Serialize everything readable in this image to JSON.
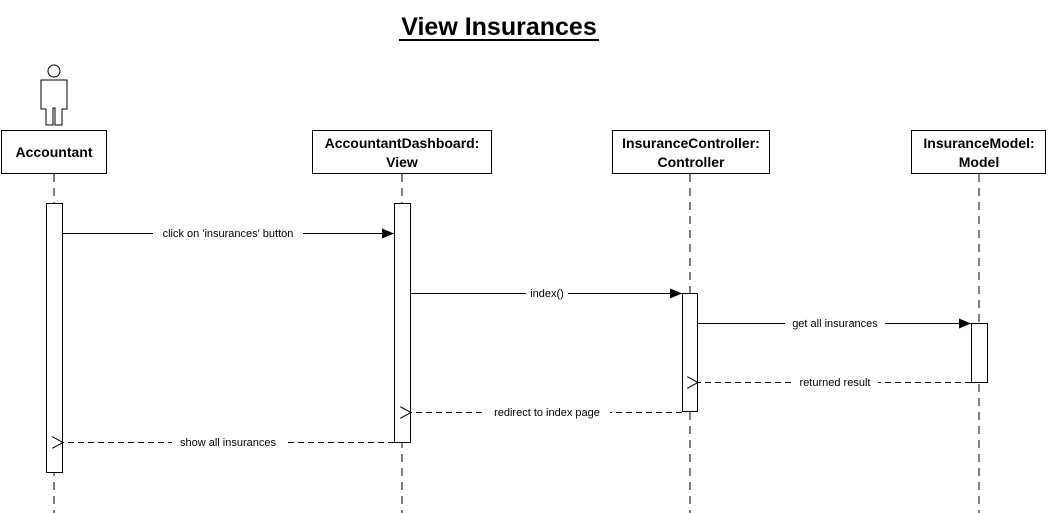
{
  "title": "View Insurances",
  "participants": [
    {
      "id": "accountant",
      "line1": "Accountant",
      "line2": ""
    },
    {
      "id": "dashboard",
      "line1": "AccountantDashboard:",
      "line2": "View"
    },
    {
      "id": "controller",
      "line1": "InsuranceController:",
      "line2": "Controller"
    },
    {
      "id": "model",
      "line1": "InsuranceModel:",
      "line2": "Model"
    }
  ],
  "messages": [
    {
      "id": "m1",
      "label": "click on 'insurances' button",
      "style": "sync"
    },
    {
      "id": "m2",
      "label": "index()",
      "style": "sync"
    },
    {
      "id": "m3",
      "label": "get all insurances",
      "style": "sync"
    },
    {
      "id": "m4",
      "label": "returned result",
      "style": "return"
    },
    {
      "id": "m5",
      "label": "redirect to index page",
      "style": "return"
    },
    {
      "id": "m6",
      "label": "show all insurances",
      "style": "return"
    }
  ]
}
